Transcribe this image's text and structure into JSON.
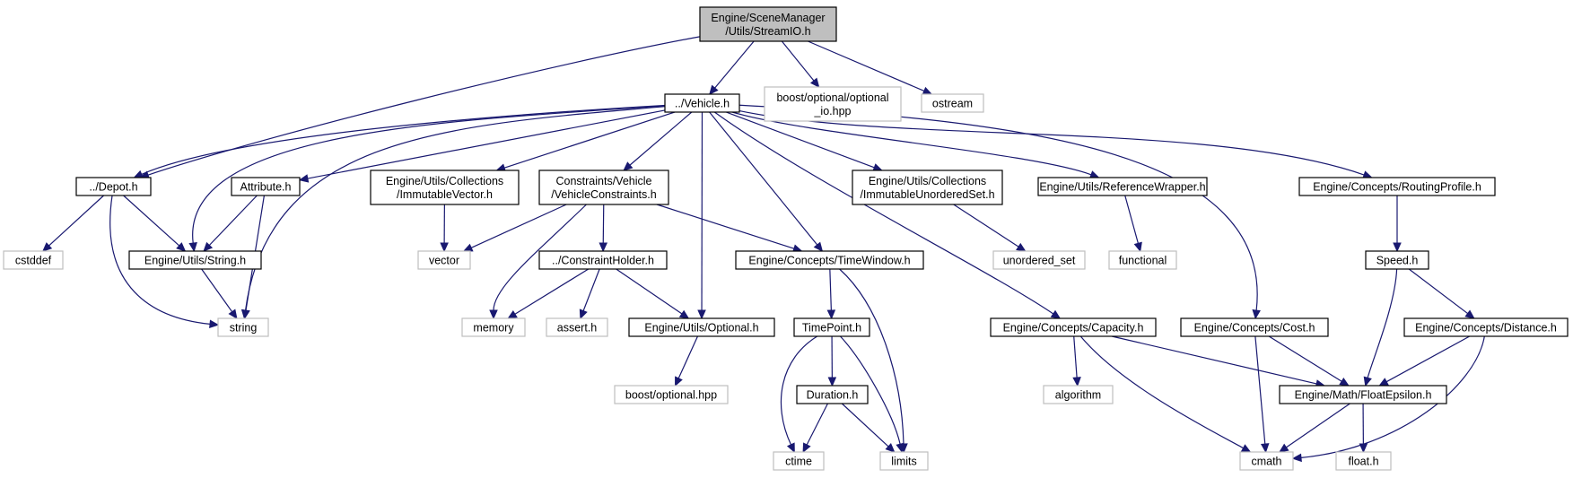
{
  "colors": {
    "root_fill": "#bfbfbf",
    "root_stroke": "#000000",
    "internal_fill": "#ffffff",
    "internal_stroke": "#000000",
    "external_fill": "#ffffff",
    "external_stroke": "#bfbfbf",
    "edge": "#191970"
  },
  "nodes": [
    {
      "id": "streamio",
      "kind": "root",
      "lines": [
        "Engine/SceneManager",
        "/Utils/StreamIO.h"
      ]
    },
    {
      "id": "vehicle",
      "kind": "internal",
      "lines": [
        "../Vehicle.h"
      ]
    },
    {
      "id": "boost_optional_io",
      "kind": "external",
      "lines": [
        "boost/optional/optional",
        "_io.hpp"
      ]
    },
    {
      "id": "ostream",
      "kind": "external",
      "lines": [
        "ostream"
      ]
    },
    {
      "id": "depot",
      "kind": "internal",
      "lines": [
        "../Depot.h"
      ]
    },
    {
      "id": "attribute",
      "kind": "internal",
      "lines": [
        "Attribute.h"
      ]
    },
    {
      "id": "immutable_vector",
      "kind": "internal",
      "lines": [
        "Engine/Utils/Collections",
        "/ImmutableVector.h"
      ]
    },
    {
      "id": "vehicle_constraints",
      "kind": "internal",
      "lines": [
        "Constraints/Vehicle",
        "/VehicleConstraints.h"
      ]
    },
    {
      "id": "immutable_unordered_set",
      "kind": "internal",
      "lines": [
        "Engine/Utils/Collections",
        "/ImmutableUnorderedSet.h"
      ]
    },
    {
      "id": "reference_wrapper",
      "kind": "internal",
      "lines": [
        "Engine/Utils/ReferenceWrapper.h"
      ]
    },
    {
      "id": "routing_profile",
      "kind": "internal",
      "lines": [
        "Engine/Concepts/RoutingProfile.h"
      ]
    },
    {
      "id": "cstddef",
      "kind": "external",
      "lines": [
        "cstddef"
      ]
    },
    {
      "id": "utils_string",
      "kind": "internal",
      "lines": [
        "Engine/Utils/String.h"
      ]
    },
    {
      "id": "vector",
      "kind": "external",
      "lines": [
        "vector"
      ]
    },
    {
      "id": "constraint_holder",
      "kind": "internal",
      "lines": [
        "../ConstraintHolder.h"
      ]
    },
    {
      "id": "time_window",
      "kind": "internal",
      "lines": [
        "Engine/Concepts/TimeWindow.h"
      ]
    },
    {
      "id": "unordered_set",
      "kind": "external",
      "lines": [
        "unordered_set"
      ]
    },
    {
      "id": "functional",
      "kind": "external",
      "lines": [
        "functional"
      ]
    },
    {
      "id": "speed",
      "kind": "internal",
      "lines": [
        "Speed.h"
      ]
    },
    {
      "id": "string",
      "kind": "external",
      "lines": [
        "string"
      ]
    },
    {
      "id": "memory",
      "kind": "external",
      "lines": [
        "memory"
      ]
    },
    {
      "id": "assert",
      "kind": "external",
      "lines": [
        "assert.h"
      ]
    },
    {
      "id": "utils_optional",
      "kind": "internal",
      "lines": [
        "Engine/Utils/Optional.h"
      ]
    },
    {
      "id": "time_point",
      "kind": "internal",
      "lines": [
        "TimePoint.h"
      ]
    },
    {
      "id": "capacity",
      "kind": "internal",
      "lines": [
        "Engine/Concepts/Capacity.h"
      ]
    },
    {
      "id": "cost",
      "kind": "internal",
      "lines": [
        "Engine/Concepts/Cost.h"
      ]
    },
    {
      "id": "distance",
      "kind": "internal",
      "lines": [
        "Engine/Concepts/Distance.h"
      ]
    },
    {
      "id": "boost_optional",
      "kind": "external",
      "lines": [
        "boost/optional.hpp"
      ]
    },
    {
      "id": "duration",
      "kind": "internal",
      "lines": [
        "Duration.h"
      ]
    },
    {
      "id": "algorithm",
      "kind": "external",
      "lines": [
        "algorithm"
      ]
    },
    {
      "id": "float_epsilon",
      "kind": "internal",
      "lines": [
        "Engine/Math/FloatEpsilon.h"
      ]
    },
    {
      "id": "ctime",
      "kind": "external",
      "lines": [
        "ctime"
      ]
    },
    {
      "id": "limits",
      "kind": "external",
      "lines": [
        "limits"
      ]
    },
    {
      "id": "cmath",
      "kind": "external",
      "lines": [
        "cmath"
      ]
    },
    {
      "id": "float_h",
      "kind": "external",
      "lines": [
        "float.h"
      ]
    }
  ],
  "edges": [
    [
      "streamio",
      "vehicle"
    ],
    [
      "streamio",
      "boost_optional_io"
    ],
    [
      "streamio",
      "ostream"
    ],
    [
      "streamio",
      "depot"
    ],
    [
      "vehicle",
      "depot"
    ],
    [
      "vehicle",
      "attribute"
    ],
    [
      "vehicle",
      "utils_string"
    ],
    [
      "vehicle",
      "string"
    ],
    [
      "vehicle",
      "immutable_vector"
    ],
    [
      "vehicle",
      "vehicle_constraints"
    ],
    [
      "vehicle",
      "utils_optional"
    ],
    [
      "vehicle",
      "time_window"
    ],
    [
      "vehicle",
      "immutable_unordered_set"
    ],
    [
      "vehicle",
      "capacity"
    ],
    [
      "vehicle",
      "reference_wrapper"
    ],
    [
      "vehicle",
      "cost"
    ],
    [
      "vehicle",
      "routing_profile"
    ],
    [
      "depot",
      "cstddef"
    ],
    [
      "depot",
      "utils_string"
    ],
    [
      "depot",
      "string"
    ],
    [
      "attribute",
      "utils_string"
    ],
    [
      "attribute",
      "string"
    ],
    [
      "utils_string",
      "string"
    ],
    [
      "immutable_vector",
      "vector"
    ],
    [
      "vehicle_constraints",
      "vector"
    ],
    [
      "vehicle_constraints",
      "memory"
    ],
    [
      "vehicle_constraints",
      "constraint_holder"
    ],
    [
      "vehicle_constraints",
      "time_window"
    ],
    [
      "constraint_holder",
      "memory"
    ],
    [
      "constraint_holder",
      "assert"
    ],
    [
      "constraint_holder",
      "utils_optional"
    ],
    [
      "utils_optional",
      "boost_optional"
    ],
    [
      "time_window",
      "time_point"
    ],
    [
      "time_window",
      "limits"
    ],
    [
      "time_point",
      "duration"
    ],
    [
      "time_point",
      "ctime"
    ],
    [
      "time_point",
      "limits"
    ],
    [
      "duration",
      "ctime"
    ],
    [
      "duration",
      "limits"
    ],
    [
      "immutable_unordered_set",
      "unordered_set"
    ],
    [
      "reference_wrapper",
      "functional"
    ],
    [
      "routing_profile",
      "speed"
    ],
    [
      "speed",
      "distance"
    ],
    [
      "speed",
      "float_epsilon"
    ],
    [
      "capacity",
      "algorithm"
    ],
    [
      "capacity",
      "float_epsilon"
    ],
    [
      "capacity",
      "cmath"
    ],
    [
      "cost",
      "float_epsilon"
    ],
    [
      "cost",
      "cmath"
    ],
    [
      "distance",
      "float_epsilon"
    ],
    [
      "distance",
      "cmath"
    ],
    [
      "float_epsilon",
      "cmath"
    ],
    [
      "float_epsilon",
      "float_h"
    ]
  ]
}
